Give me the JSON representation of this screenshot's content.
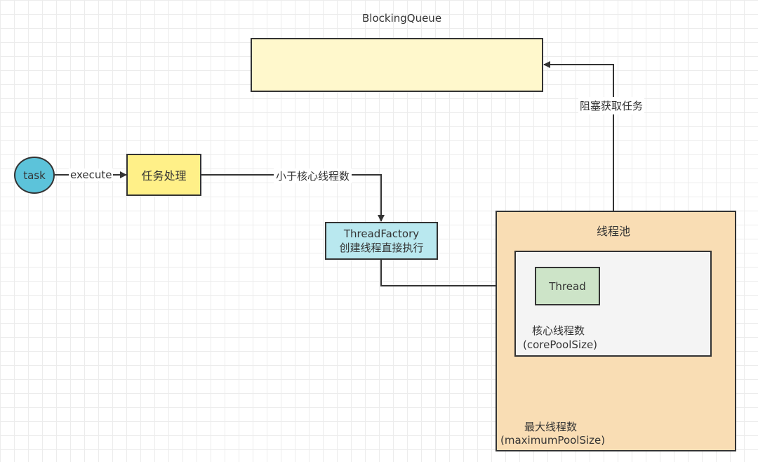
{
  "queue": {
    "title": "BlockingQueue"
  },
  "task": {
    "label": "task"
  },
  "execute": {
    "label": "execute"
  },
  "handle": {
    "label": "任务处理"
  },
  "less_than_core": {
    "label": "小于核心线程数"
  },
  "factory": {
    "line1": "ThreadFactory",
    "line2": "创建线程直接执行"
  },
  "pool": {
    "title": "线程池",
    "max_line1": "最大线程数",
    "max_line2": "(maximumPoolSize)",
    "core": {
      "line1": "核心线程数",
      "line2": "(corePoolSize)"
    },
    "thread": {
      "label": "Thread"
    }
  },
  "block_fetch": {
    "label": "阻塞获取任务"
  },
  "colors": {
    "queue_fill": "#fff8cc",
    "handle_fill": "#fff088",
    "task_fill": "#5cc3da",
    "factory_fill": "#b9e8ef",
    "pool_fill": "#f9ddb4",
    "core_fill": "#f4f4f4",
    "thread_fill": "#cde4c8"
  }
}
